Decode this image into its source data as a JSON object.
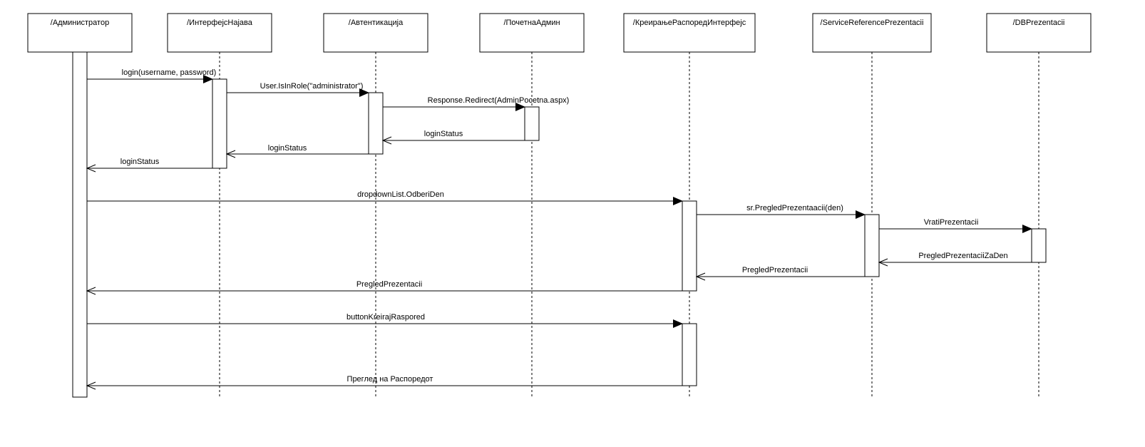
{
  "participants": [
    {
      "name": "/Администратор"
    },
    {
      "name": "/ИнтерфејсНајава"
    },
    {
      "name": "/Автентикација"
    },
    {
      "name": "/ПочетнаАдмин"
    },
    {
      "name": "/КреирањеРаспоредИнтерфејс"
    },
    {
      "name": "/ServiceReferencePrezentacii"
    },
    {
      "name": "/DBPrezentacii"
    }
  ],
  "messages": [
    {
      "label": "login(username, password)",
      "from": 0,
      "to": 1,
      "kind": "call"
    },
    {
      "label": "User.IsInRole(\"administrator\")",
      "from": 1,
      "to": 2,
      "kind": "call"
    },
    {
      "label": "Response.Redirect(AdminPocetna.aspx)",
      "from": 2,
      "to": 3,
      "kind": "call"
    },
    {
      "label": "loginStatus",
      "from": 3,
      "to": 2,
      "kind": "return"
    },
    {
      "label": "loginStatus",
      "from": 2,
      "to": 1,
      "kind": "return"
    },
    {
      "label": "loginStatus",
      "from": 1,
      "to": 0,
      "kind": "return"
    },
    {
      "label": "dropdownList.OdberiDen",
      "from": 0,
      "to": 4,
      "kind": "call"
    },
    {
      "label": "sr.PregledPrezentaacii(den)",
      "from": 4,
      "to": 5,
      "kind": "call"
    },
    {
      "label": "VratiPrezentacii",
      "from": 5,
      "to": 6,
      "kind": "call"
    },
    {
      "label": "PregledPrezentaciiZaDen",
      "from": 6,
      "to": 5,
      "kind": "return"
    },
    {
      "label": "PregledPrezentacii",
      "from": 5,
      "to": 4,
      "kind": "return"
    },
    {
      "label": "PregledPrezentacii",
      "from": 4,
      "to": 0,
      "kind": "return"
    },
    {
      "label": "buttonKreirajRaspored",
      "from": 0,
      "to": 4,
      "kind": "call"
    },
    {
      "label": "Преглед на Распоредот",
      "from": 4,
      "to": 0,
      "kind": "return"
    }
  ]
}
